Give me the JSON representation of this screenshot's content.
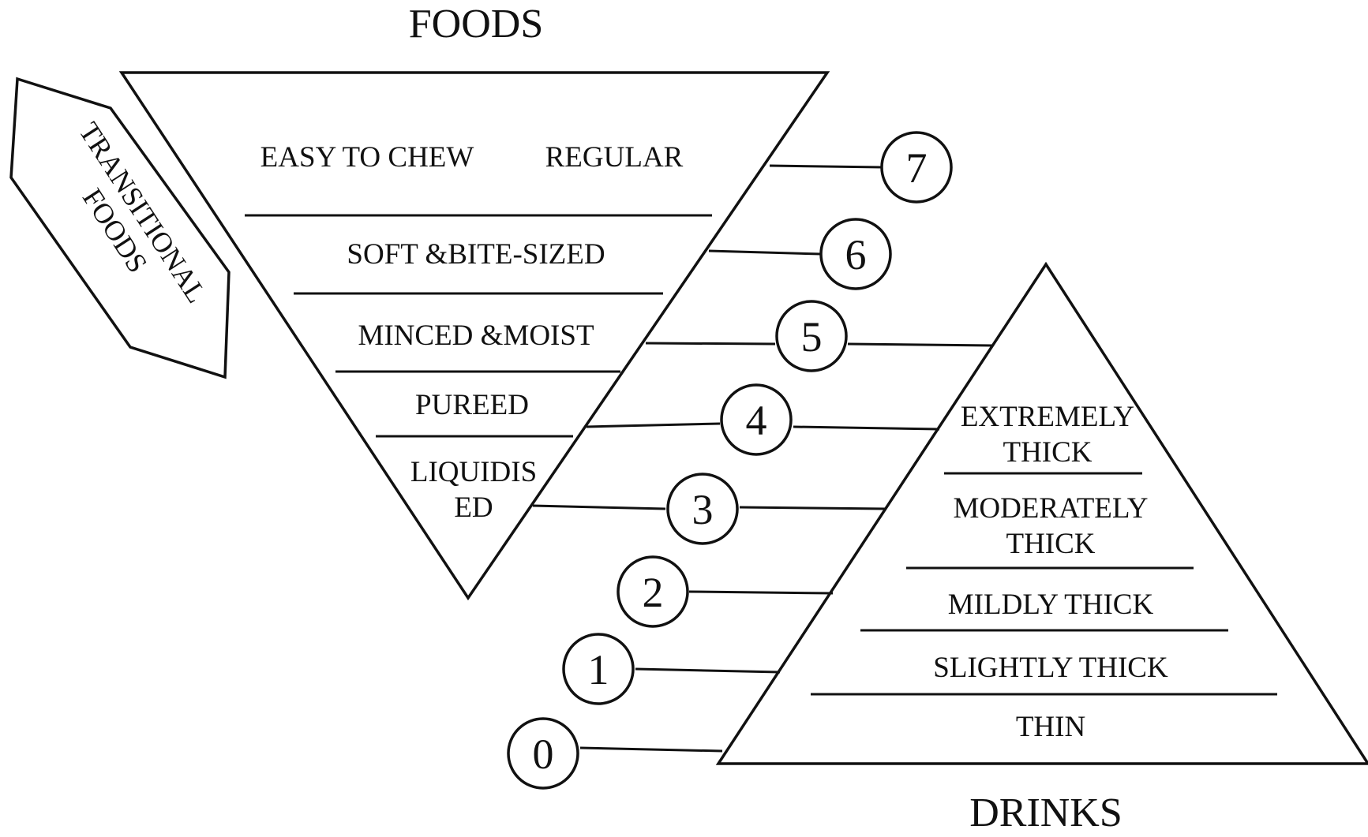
{
  "titles": {
    "foods": "FOODS",
    "drinks": "DRINKS",
    "transitional_line1": "TRANSITIONAL",
    "transitional_line2": "FOODS"
  },
  "food_levels": {
    "easy_to_chew": "EASY TO CHEW",
    "regular": "REGULAR",
    "soft_bite_sized": "SOFT &BITE-SIZED",
    "minced_moist": "MINCED &MOIST",
    "pureed": "PUREED",
    "liquidised_line1": "LIQUIDIS",
    "liquidised_line2": "ED"
  },
  "drink_levels": {
    "extremely_thick_line1": "EXTREMELY",
    "extremely_thick_line2": "THICK",
    "moderately_thick_line1": "MODERATELY",
    "moderately_thick_line2": "THICK",
    "mildly_thick": "MILDLY THICK",
    "slightly_thick": "SLIGHTLY THICK",
    "thin": "THIN"
  },
  "level_numbers": [
    "0",
    "1",
    "2",
    "3",
    "4",
    "5",
    "6",
    "7"
  ]
}
